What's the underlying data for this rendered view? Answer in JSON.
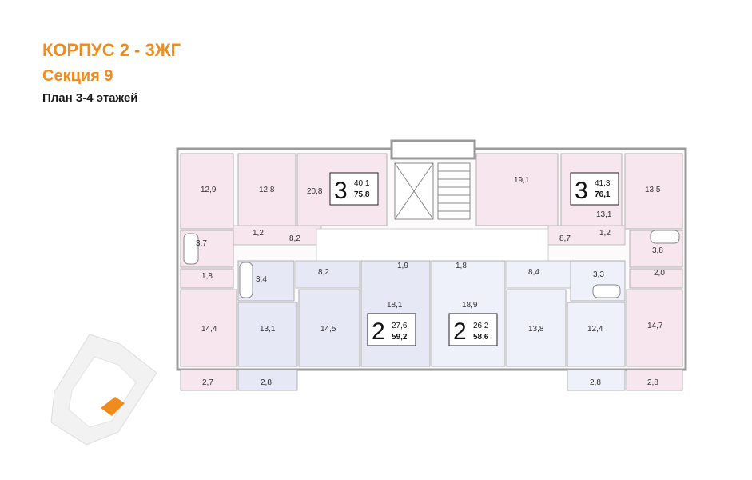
{
  "header": {
    "building": "КОРПУС 2 - 3ЖГ",
    "section": "Секция 9",
    "plan": "План 3-4 этажей"
  },
  "colors": {
    "title_accent": "#f08c1e",
    "three_room_fill": "#f7e6ee",
    "two_room_left_fill": "#e6e8f5",
    "two_room_right_fill": "#eef0fa",
    "highlight": "#f08c1e"
  },
  "apartments": [
    {
      "rooms": "3",
      "living": "40,1",
      "total": "75,8"
    },
    {
      "rooms": "3",
      "living": "41,3",
      "total": "76,1"
    },
    {
      "rooms": "2",
      "living": "27,6",
      "total": "59,2"
    },
    {
      "rooms": "2",
      "living": "26,2",
      "total": "58,6"
    }
  ],
  "areas": [
    "12,9",
    "12,8",
    "20,8",
    "19,1",
    "13,5",
    "13,1",
    "1,2",
    "8,2",
    "3,7",
    "8,7",
    "1,2",
    "3,8",
    "1,8",
    "3,4",
    "8,2",
    "1,9",
    "1,8",
    "8,4",
    "3,3",
    "2,0",
    "14,4",
    "13,1",
    "14,5",
    "18,1",
    "18,9",
    "13,8",
    "12,4",
    "14,7",
    "2,7",
    "2,8",
    "2,8",
    "2,8"
  ]
}
